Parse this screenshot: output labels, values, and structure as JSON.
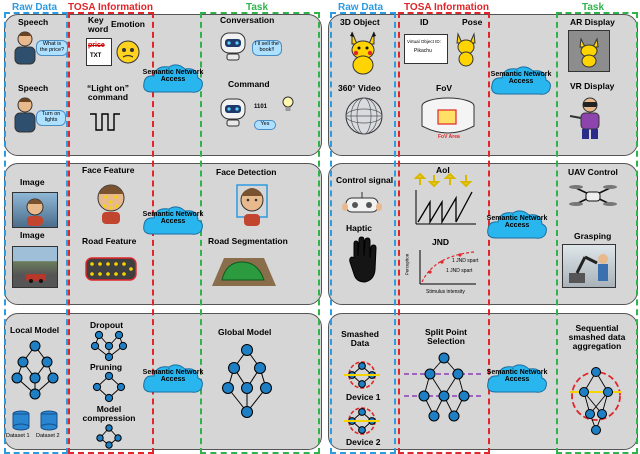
{
  "headers": {
    "left": {
      "raw": "Raw Data",
      "tosa": "TOSA Information",
      "task": "Task"
    },
    "right": {
      "raw": "Raw Data",
      "tosa": "TOSA Information",
      "task": "Task"
    }
  },
  "cloud_label": "Semantic Network Access",
  "left_panel": {
    "row1": {
      "speech_top": "Speech",
      "speech_bottom": "Speech",
      "bubble_price": "What is the price?",
      "bubble_lights": "Turn on lights",
      "keyword": "Key word",
      "keyword_price": "price",
      "keyword_txt": "TXT",
      "emotion": "Emotion",
      "light_command": "“Light on” command",
      "conversation": "Conversation",
      "bubble_book": "I'll sell the book!!",
      "command": "Command",
      "code": "1101",
      "bubble_yes": "Yes"
    },
    "row2": {
      "image_top": "Image",
      "image_bottom": "Image",
      "face_feature": "Face Feature",
      "road_feature": "Road Feature",
      "face_detection": "Face Detection",
      "road_segmentation": "Road Segmentation"
    },
    "row3": {
      "local_model": "Local Model",
      "dataset1": "Dataset 1",
      "dataset2": "Dataset 2",
      "dropout": "Dropout",
      "pruning": "Pruning",
      "model_compression": "Model compression",
      "global_model": "Global Model"
    }
  },
  "right_panel": {
    "row1": {
      "object3d": "3D Object",
      "video360": "360° Video",
      "id": "ID",
      "pose": "Pose",
      "virtual_object_id": "Virtual Object ID:",
      "pikachu": "Pikachu",
      "fov": "FoV",
      "fov_area": "FoV Area",
      "ar_display": "AR Display",
      "vr_display": "VR Display"
    },
    "row2": {
      "control_signal": "Control signal",
      "haptic": "Haptic",
      "aoi": "AoI",
      "jnd": "JND",
      "jnd_spart1": "1 JND spart",
      "jnd_spart2": "1 JND spart",
      "perception": "Perception",
      "stimulus_intensity": "Stimulus intensity",
      "uav_control": "UAV Control",
      "grasping": "Grasping"
    },
    "row3": {
      "smashed_data": "Smashed Data",
      "device1": "Device 1",
      "device2": "Device 2",
      "split_point_selection": "Split Point Selection",
      "sequential_aggregation": "Sequential smashed data aggregation"
    }
  },
  "colors": {
    "raw_dash": "#2e9be0",
    "tosa_dash": "#e0262b",
    "task_dash": "#2fb34a",
    "row_bg": "#d6d6d6",
    "node_fill": "#1f7fc4",
    "cloud_fill": "#29b6ef"
  }
}
